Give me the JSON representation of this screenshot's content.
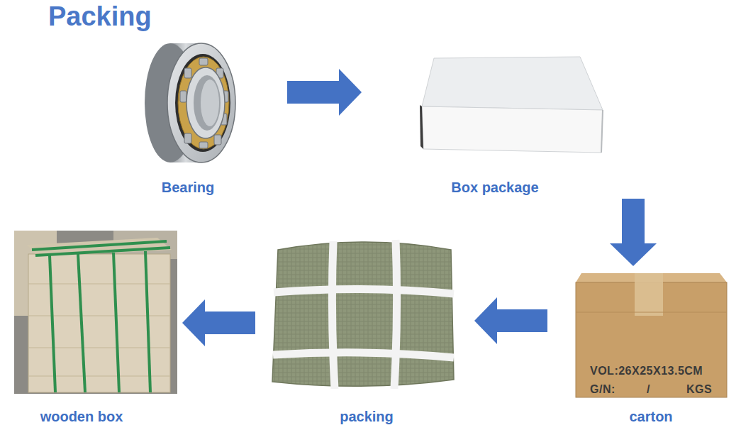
{
  "diagram": {
    "title": "Packing",
    "nodes": [
      {
        "text": [
          "Bearing"
        ]
      },
      {
        "text": [
          "Box package"
        ]
      },
      {
        "text": [
          "carton"
        ]
      },
      {
        "text": [
          "packing"
        ]
      },
      {
        "text": [
          "wooden box"
        ]
      }
    ],
    "edges": [
      {
        "from": 0,
        "to": 1,
        "arrow": "to"
      },
      {
        "from": 1,
        "to": 2,
        "arrow": "to"
      },
      {
        "from": 2,
        "to": 3,
        "arrow": "to"
      },
      {
        "from": 3,
        "to": 4,
        "arrow": "to"
      }
    ],
    "labels": [
      "VOL:26X25X13.5CM",
      "G/N:",
      "/",
      "KGS"
    ]
  }
}
